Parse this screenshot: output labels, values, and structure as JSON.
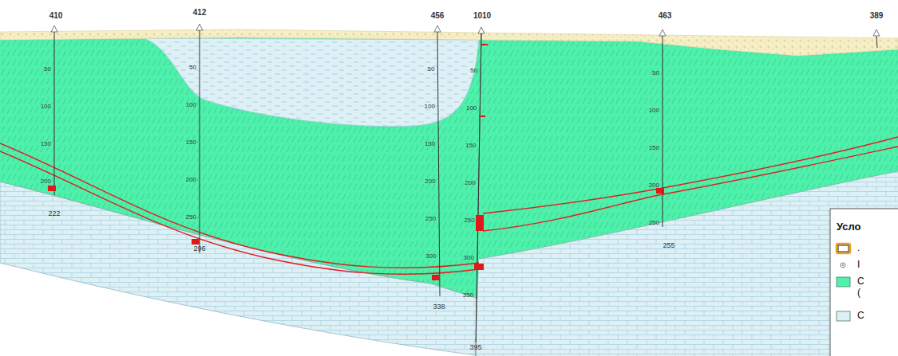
{
  "diagram": {
    "labels": [
      "410",
      "412",
      "456",
      "1010",
      "463",
      "389",
      "50",
      "100",
      "150",
      "200",
      "222",
      "50",
      "100",
      "150",
      "200",
      "250",
      "296",
      "50",
      "100",
      "150",
      "200",
      "250",
      "300",
      "338",
      "50",
      "100",
      "150",
      "200",
      "250",
      "300",
      "350",
      "395",
      "50",
      "100",
      "150",
      "200",
      "250",
      "255",
      "Усло"
    ],
    "legend": [
      {
        "text": "."
      },
      {
        "text": "I"
      },
      {
        "text": "С (",
        "color": "#4ff0ab"
      },
      {
        "text": "С",
        "color": "#dcf0f6"
      }
    ]
  }
}
